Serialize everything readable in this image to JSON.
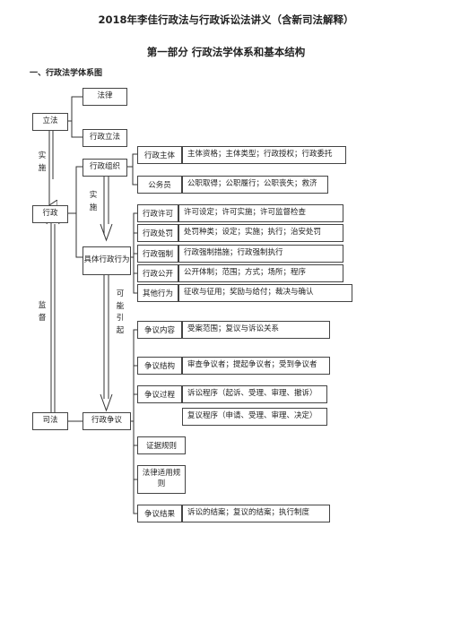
{
  "document": {
    "title": "2018年李佳行政法与行政诉讼法讲义（含新司法解释）",
    "part": "第一部分 行政法学体系和基本结构",
    "section": "一、行政法学体系图"
  },
  "left_column": {
    "lifa": "立法",
    "xingzheng": "行政",
    "sifa": "司法",
    "shishi": "实施",
    "jiandu": "监督"
  },
  "middle_column": {
    "falv": "法律",
    "xingzheng_lifa": "行政立法",
    "xingzheng_zuzhi": "行政组织",
    "shishi": "实施",
    "juti_xingwei": "具体行政行为",
    "keneng_yinqi": "可能引起",
    "xingzheng_zhengyi": "行政争议"
  },
  "admin_rows": [
    {
      "label": "行政主体",
      "content": "主体资格；主体类型；行政授权；行政委托"
    },
    {
      "label": "公务员",
      "content": "公职取得；公职履行；公职丧失；救济"
    },
    {
      "label": "行政许可",
      "content": "许可设定；许可实施；许可监督检查"
    },
    {
      "label": "行政处罚",
      "content": "处罚种类；设定；实施；执行；治安处罚"
    },
    {
      "label": "行政强制",
      "content": "行政强制措施；行政强制执行"
    },
    {
      "label": "行政公开",
      "content": "公开体制；范围；方式；场所；程序"
    },
    {
      "label": "其他行为",
      "content": "征收与征用；奖励与给付；裁决与确认"
    }
  ],
  "dispute_rows": [
    {
      "label": "争议内容",
      "content": "受案范围；复议与诉讼关系"
    },
    {
      "label": "争议结构",
      "content": "审查争议者；提起争议者；受到争议者"
    },
    {
      "label": "争议过程",
      "content": "诉讼程序（起诉、受理、审理、撤诉）",
      "content2": "复议程序（申请、受理、审理、决定）"
    },
    {
      "label": "证据规则"
    },
    {
      "label": "法律适用规则"
    },
    {
      "label": "争议结果",
      "content": "诉讼的结案；复议的结案；执行制度"
    }
  ]
}
